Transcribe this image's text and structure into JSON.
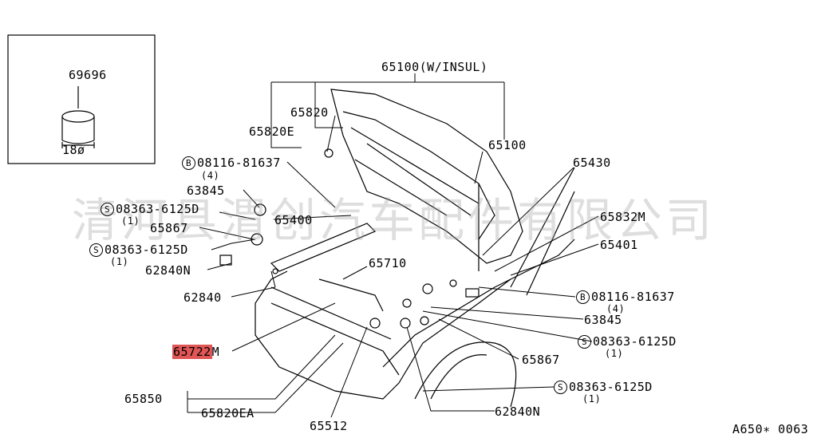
{
  "inset": {
    "part": "69696",
    "dim": "18ø"
  },
  "labels": {
    "hood_insul": "65100(W/INSUL)",
    "p65820": "65820",
    "p65820e": "65820E",
    "p65100": "65100",
    "bolt1_code": "08116-81637",
    "bolt1_qty": "(4)",
    "p65430": "65430",
    "p63845_l": "63845",
    "s1_code": "08363-6125D",
    "s1_qty": "(1)",
    "p65400": "65400",
    "p65832m": "65832M",
    "p65867_l": "65867",
    "p65401": "65401",
    "s2_code": "08363-6125D",
    "s2_qty": "(1)",
    "p62840n_l": "62840N",
    "p65710": "65710",
    "p62840": "62840",
    "bolt2_code": "08116-81637",
    "bolt2_qty": "(4)",
    "p63845_r": "63845",
    "p65722m": "65722",
    "p65722m_suffix": "M",
    "s3_code": "08363-6125D",
    "s3_qty": "(1)",
    "p65867_r": "65867",
    "s4_code": "08363-6125D",
    "s4_qty": "(1)",
    "p65850": "65850",
    "p65820ea": "65820EA",
    "p62840n_r": "62840N",
    "p65512": "65512",
    "footer": "A650∗ 0063"
  },
  "symbols": {
    "bolt": "B",
    "screw": "S"
  },
  "watermark": "清河县渭创汽车配件有限公司",
  "colors": {
    "highlight": "#e05555",
    "line": "#000000",
    "watermark": "#a0a0a0"
  }
}
